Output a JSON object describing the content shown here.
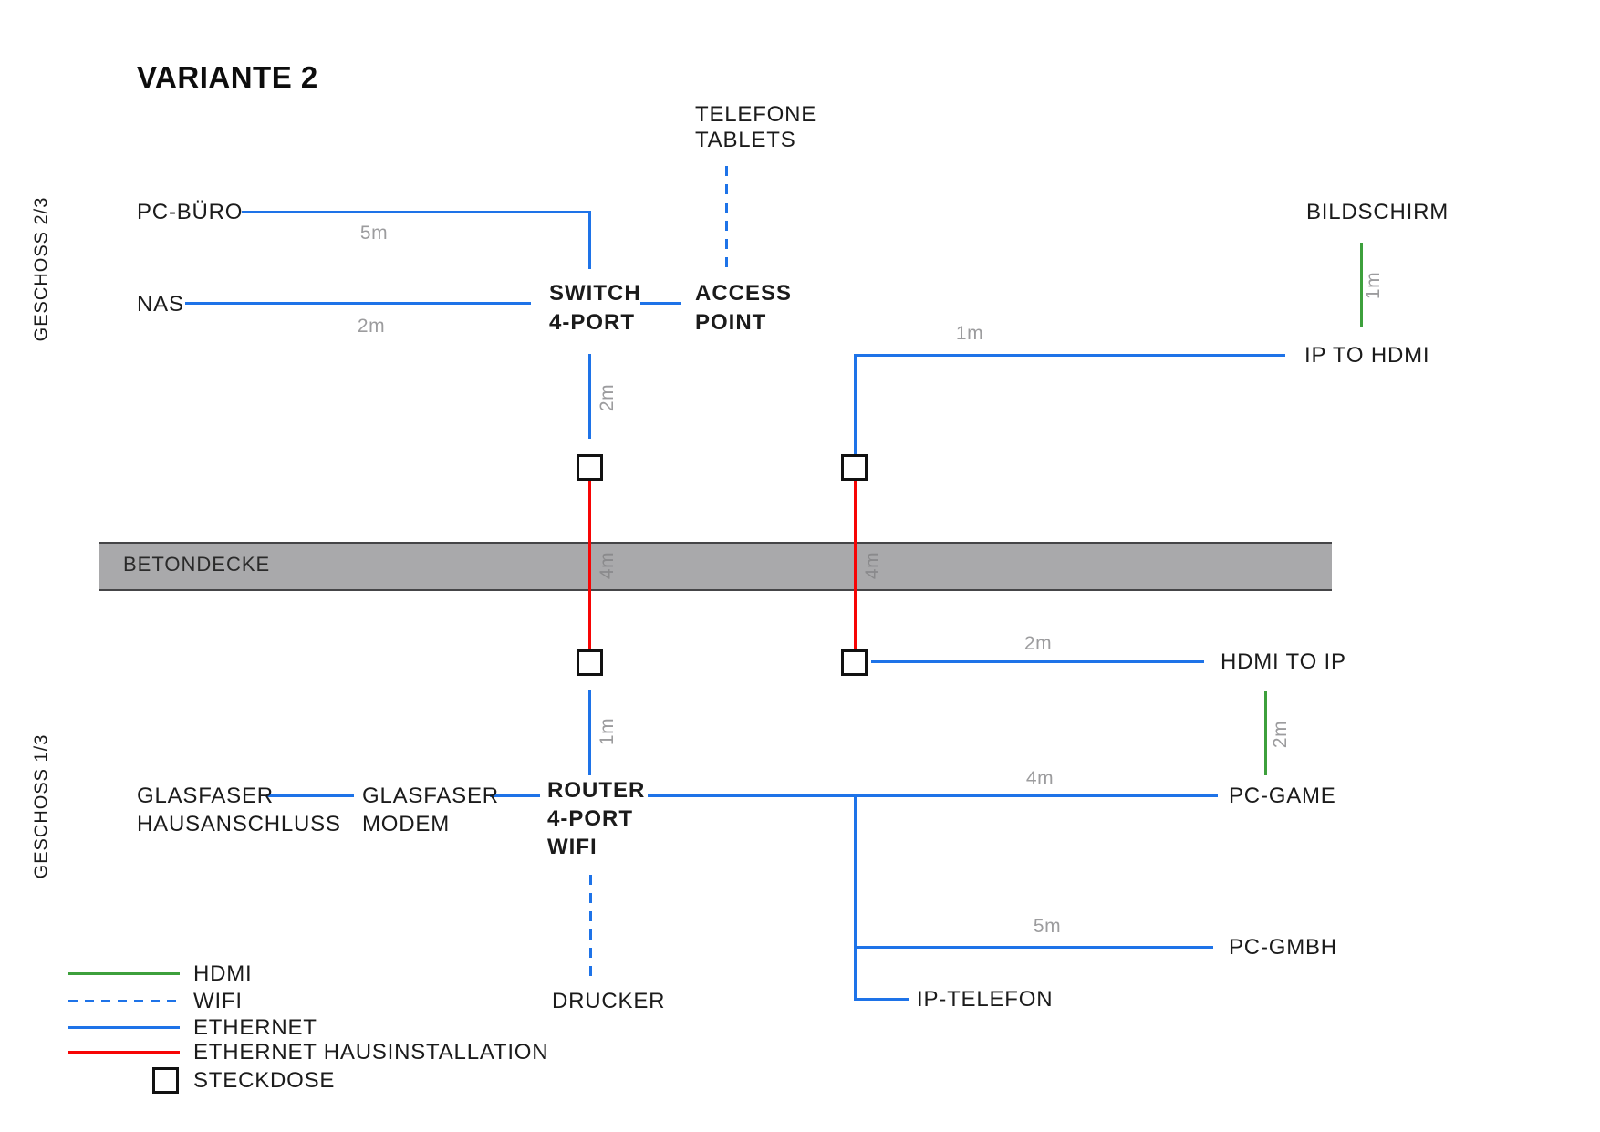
{
  "title": "VARIANTE 2",
  "floors": {
    "upper": "GESCHOSS 2/3",
    "lower": "GESCHOSS 1/3"
  },
  "slab": {
    "label": "BETONDECKE"
  },
  "nodes": {
    "pc_buero": "PC-BÜRO",
    "nas": "NAS",
    "switch_l1": "SWITCH",
    "switch_l2": "4-PORT",
    "access_l1": "ACCESS",
    "access_l2": "POINT",
    "telefone_l1": "TELEFONE",
    "telefone_l2": "TABLETS",
    "bildschirm": "BILDSCHIRM",
    "ip_to_hdmi": "IP TO HDMI",
    "hdmi_to_ip": "HDMI TO IP",
    "pc_game": "PC-GAME",
    "pc_gmbh": "PC-GMBH",
    "ip_telefon": "IP-TELEFON",
    "drucker": "DRUCKER",
    "glasfaser_l1": "GLASFASER",
    "glasfaser_l2": "HAUSANSCHLUSS",
    "modem_l1": "GLASFASER",
    "modem_l2": "MODEM",
    "router_l1": "ROUTER",
    "router_l2": "4-PORT",
    "router_l3": "WIFI"
  },
  "distances": {
    "pc_buero": "5m",
    "nas": "2m",
    "switch_down": "2m",
    "ip_to_hdmi": "1m",
    "bildschirm_hdmi": "1m",
    "slab_left": "4m",
    "slab_right": "4m",
    "router_up": "1m",
    "hdmi_to_ip": "2m",
    "pc_game": "4m",
    "pc_game_hdmi": "2m",
    "pc_gmbh": "5m"
  },
  "legend": {
    "hdmi": "HDMI",
    "wifi": "WIFI",
    "ethernet": "ETHERNET",
    "haus": "ETHERNET HAUSINSTALLATION",
    "steckdose": "STECKDOSE"
  },
  "colors": {
    "ethernet": "#1e73e8",
    "wifi": "#1e73e8",
    "hdmi": "#3da03c",
    "ethernet_hausinstallation": "#f70505",
    "slab_fill": "#a9a9ab",
    "distance_text": "#9c9c9e"
  }
}
